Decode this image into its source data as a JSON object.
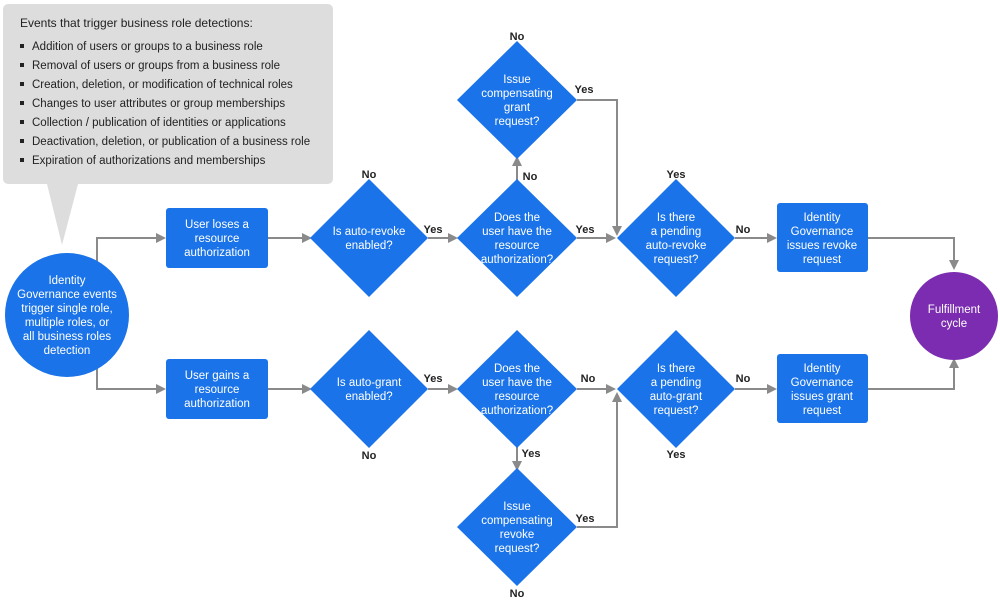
{
  "colors": {
    "node": "#1a73e8",
    "cycle": "#7b2cb0",
    "callout_bg": "#dddddd",
    "edge": "#8a8a8a",
    "label": "#222222"
  },
  "callout": {
    "title": "Events that trigger business role detections:",
    "items": [
      "Addition of users or groups to a business role",
      "Removal of users or groups from a business role",
      "Creation, deletion, or modification of technical roles",
      "Changes to user attributes or group memberships",
      "Collection / publication of identities or applications",
      "Deactivation, deletion, or publication of a business role",
      "Expiration of authorizations and memberships"
    ]
  },
  "nodes": {
    "start": [
      "Identity",
      "Governance events",
      "trigger single role,",
      "multiple roles, or",
      "all business roles",
      "detection"
    ],
    "loses": [
      "User loses a",
      "resource",
      "authorization"
    ],
    "gains": [
      "User gains a",
      "resource",
      "authorization"
    ],
    "auto_revoke": [
      "Is auto-revoke",
      "enabled?"
    ],
    "auto_grant": [
      "Is auto-grant",
      "enabled?"
    ],
    "have_top": [
      "Does the",
      "user have the",
      "resource",
      "authorization?"
    ],
    "have_bottom": [
      "Does the",
      "user have the",
      "resource",
      "authorization?"
    ],
    "comp_grant": [
      "Issue",
      "compensating",
      "grant",
      "request?"
    ],
    "comp_revoke": [
      "Issue",
      "compensating",
      "revoke",
      "request?"
    ],
    "pending_revoke": [
      "Is there",
      "a pending",
      "auto-revoke",
      "request?"
    ],
    "pending_grant": [
      "Is there",
      "a pending",
      "auto-grant",
      "request?"
    ],
    "issue_revoke": [
      "Identity",
      "Governance",
      "issues revoke",
      "request"
    ],
    "issue_grant": [
      "Identity",
      "Governance",
      "issues grant",
      "request"
    ],
    "cycle": [
      "Fulfillment",
      "cycle"
    ]
  },
  "labels": {
    "yes": "Yes",
    "no": "No"
  }
}
